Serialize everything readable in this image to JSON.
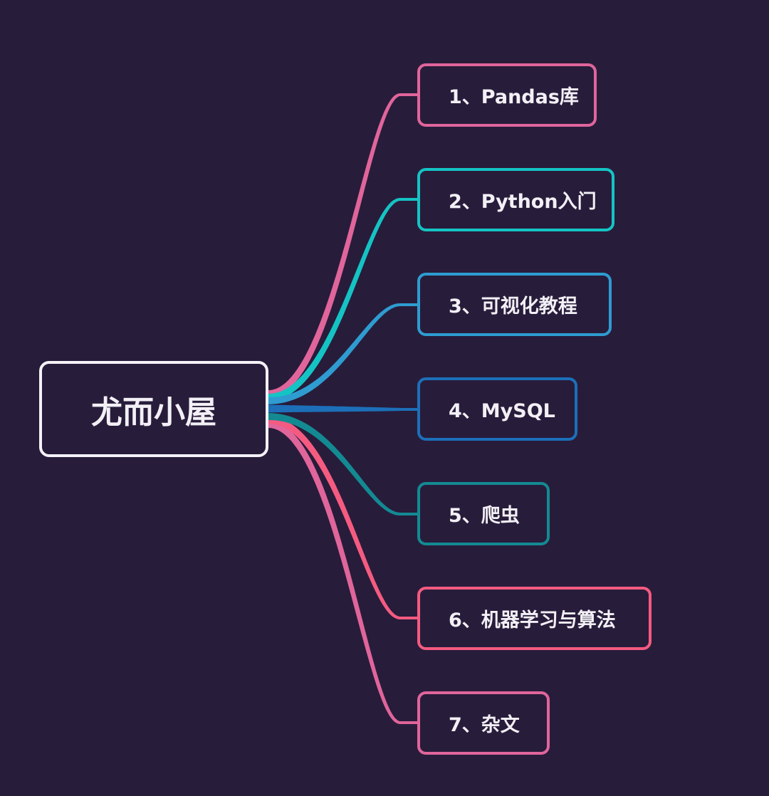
{
  "root": {
    "label": "尤而小屋"
  },
  "branches": [
    {
      "label": "1、Pandas库",
      "color": "#e0659b"
    },
    {
      "label": "2、Python入门",
      "color": "#14c4c4"
    },
    {
      "label": "3、可视化教程",
      "color": "#2e9cd0"
    },
    {
      "label": "4、MySQL",
      "color": "#1c6fb8"
    },
    {
      "label": "5、爬虫",
      "color": "#138a92"
    },
    {
      "label": "6、机器学习与算法",
      "color": "#f55b80"
    },
    {
      "label": "7、杂文",
      "color": "#e0659b"
    }
  ],
  "background_color": "#281c3b",
  "root_border_color": "#f4f2f7"
}
